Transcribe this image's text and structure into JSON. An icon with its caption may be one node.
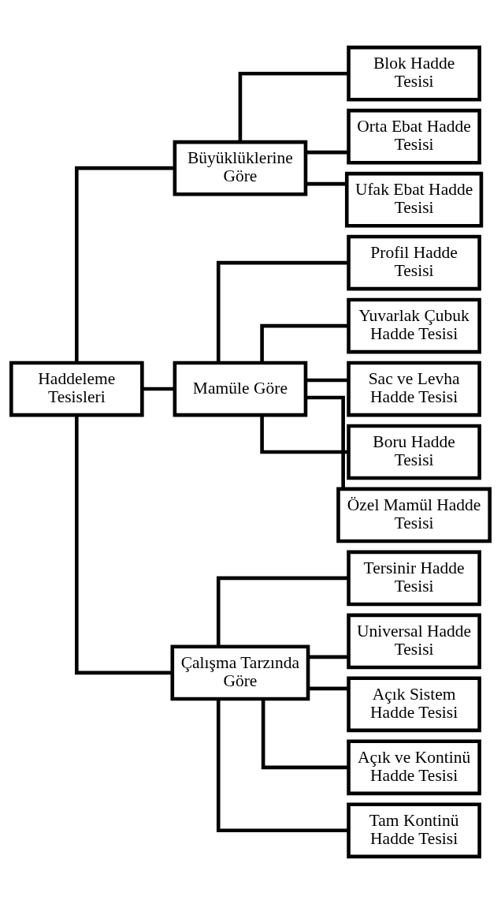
{
  "diagram": {
    "nodes": [
      {
        "text": [
          "Haddeleme Tesisleri"
        ]
      },
      {
        "text": [
          "Büyüklüklerine Göre"
        ]
      },
      {
        "text": [
          "Blok Hadde Tesisi"
        ]
      },
      {
        "text": [
          "Orta Ebat Hadde Tesisi"
        ]
      },
      {
        "text": [
          "Ufak Ebat Hadde Tesisi"
        ]
      },
      {
        "text": [
          "Mamüle Göre"
        ]
      },
      {
        "text": [
          "Profil Hadde Tesisi"
        ]
      },
      {
        "text": [
          "Yuvarlak Çubuk Hadde Tesisi"
        ]
      },
      {
        "text": [
          "Sac ve Levha Hadde Tesisi"
        ]
      },
      {
        "text": [
          "Boru Hadde Tesisi"
        ]
      },
      {
        "text": [
          "Özel Mamül Hadde Tesisi"
        ]
      },
      {
        "text": [
          "Çalışma Tarzında Göre"
        ]
      },
      {
        "text": [
          "Tersinir Hadde Tesisi"
        ]
      },
      {
        "text": [
          "Universal Hadde Tesisi"
        ]
      },
      {
        "text": [
          "Açık Sistem Hadde Tesisi"
        ]
      },
      {
        "text": [
          "Açık ve Kontinü Hadde Tesisi"
        ]
      },
      {
        "text": [
          "Tam Kontinü Hadde Tesisi"
        ]
      }
    ],
    "edges": [
      {
        "from": 0,
        "to": 1,
        "arrow": "none"
      },
      {
        "from": 1,
        "to": 2,
        "arrow": "none"
      },
      {
        "from": 1,
        "to": 3,
        "arrow": "none"
      },
      {
        "from": 1,
        "to": 4,
        "arrow": "none"
      },
      {
        "from": 0,
        "to": 5,
        "arrow": "none"
      },
      {
        "from": 5,
        "to": 6,
        "arrow": "none"
      },
      {
        "from": 5,
        "to": 7,
        "arrow": "none"
      },
      {
        "from": 5,
        "to": 8,
        "arrow": "none"
      },
      {
        "from": 5,
        "to": 9,
        "arrow": "none"
      },
      {
        "from": 5,
        "to": 10,
        "arrow": "none"
      },
      {
        "from": 0,
        "to": 11,
        "arrow": "none"
      },
      {
        "from": 11,
        "to": 12,
        "arrow": "none"
      },
      {
        "from": 11,
        "to": 13,
        "arrow": "none"
      },
      {
        "from": 11,
        "to": 14,
        "arrow": "none"
      },
      {
        "from": 11,
        "to": 15,
        "arrow": "none"
      },
      {
        "from": 11,
        "to": 16,
        "arrow": "none"
      }
    ]
  }
}
